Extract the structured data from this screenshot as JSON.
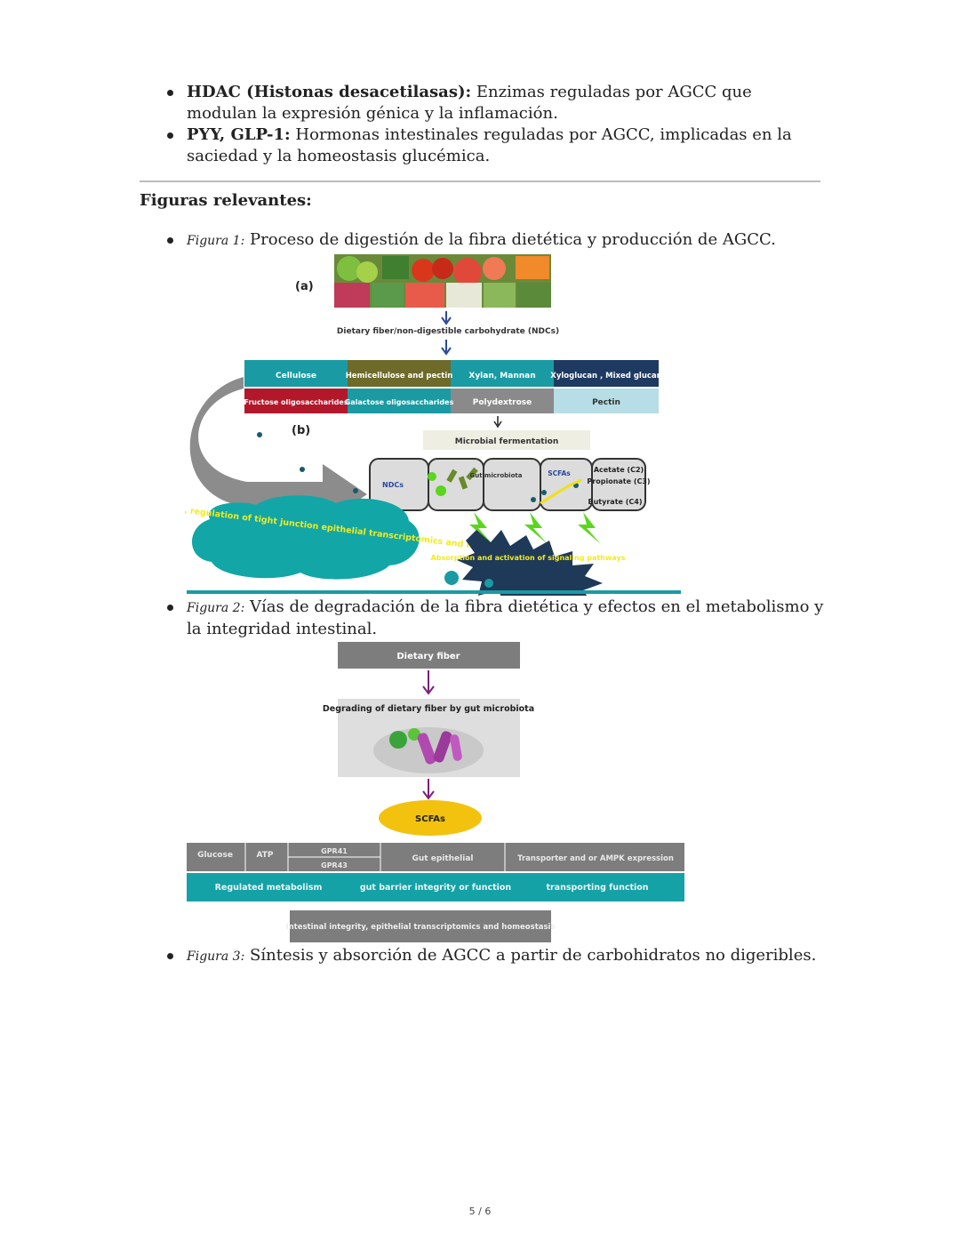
{
  "terms": [
    {
      "term": "HDAC (Histonas desacetilasas):",
      "desc": "Enzimas reguladas por AGCC que modulan la expresión génica y la inflamación."
    },
    {
      "term": "PYY, GLP-1:",
      "desc": "Hormonas intestinales reguladas por AGCC, implicadas en la saciedad y la homeostasis glucémica."
    }
  ],
  "section_heading": "Figuras relevantes:",
  "figures": [
    {
      "label": "Figura 1:",
      "text": "Proceso de digestión de la fibra dietética y producción de AGCC."
    },
    {
      "label": "Figura 2:",
      "text": "Vías de degradación de la fibra dietética y efectos en el metabolismo y la integridad intestinal."
    },
    {
      "label": "Figura 3:",
      "text": "Síntesis y absorción de AGCC a partir de carbohidratos no digeribles."
    }
  ],
  "fig1": {
    "panel_a": "(a)",
    "panel_b": "(b)",
    "title": "Dietary fiber/non-digestible carbohydrate (NDCs)",
    "row1": [
      "Cellulose",
      "Hemicellulose and pectin",
      "Xylan, Mannan",
      "Xyloglucan , Mixed glucan"
    ],
    "row2": [
      "Fructose oligosaccharides",
      "Galactose oligosaccharides",
      "Polydextrose",
      "Pectin"
    ],
    "gut": "Gut",
    "fermentation": "Microbial  fermentation",
    "ndcs": "NDCs",
    "microbiota": "Gut microbiota",
    "scfas": "SCFAs",
    "acetate": "Acetate (C2)",
    "propionate": "Propionate (C3)",
    "butyrate": "Butyrate (C4)",
    "cloud": "Intestinal integrity, regulation of tight junction epithelial transcriptomics and homeostasis",
    "starburst": "Absorption and activation of signaling pathways",
    "colors": {
      "teal": "#1a9ba3",
      "olive": "#6e6a2a",
      "navy": "#1f3a60",
      "red": "#b3182a",
      "grey": "#8a8a8a",
      "lightblue": "#b7dde6",
      "green": "#5bd61f"
    }
  },
  "fig2": {
    "top": "Dietary fiber",
    "degrading": "Degrading  of dietary fiber by gut  microbiota",
    "scfas": "SCFAs",
    "bar": [
      "Glucose",
      "ATP",
      "GPR41",
      "GPR43",
      "Gut epithelial",
      "Transporter and  or AMPK expression"
    ],
    "teal_bar": [
      "Regulated metabolism",
      "gut barrier integrity or function",
      "transporting function"
    ],
    "bottom": "Intestinal integrity, epithelial transcriptomics and homeostasis",
    "colors": {
      "grey": "#7d7d7d",
      "teal": "#14a2a6",
      "yellow": "#f2c20f",
      "purple": "#7b1f7b"
    }
  },
  "page": "5 / 6"
}
